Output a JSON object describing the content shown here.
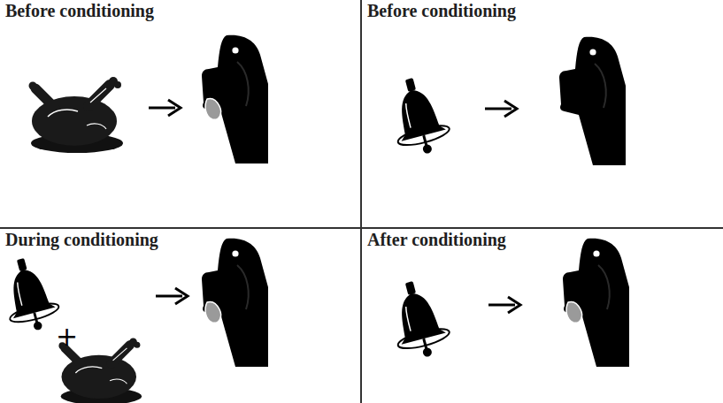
{
  "diagram": {
    "nodes": [
      {
        "text": [
          "Before conditioning"
        ]
      },
      {
        "text": [
          "Before conditioning"
        ]
      },
      {
        "text": [
          "During conditioning"
        ]
      },
      {
        "text": [
          "After conditioning"
        ]
      }
    ],
    "labels": [
      "+"
    ]
  }
}
